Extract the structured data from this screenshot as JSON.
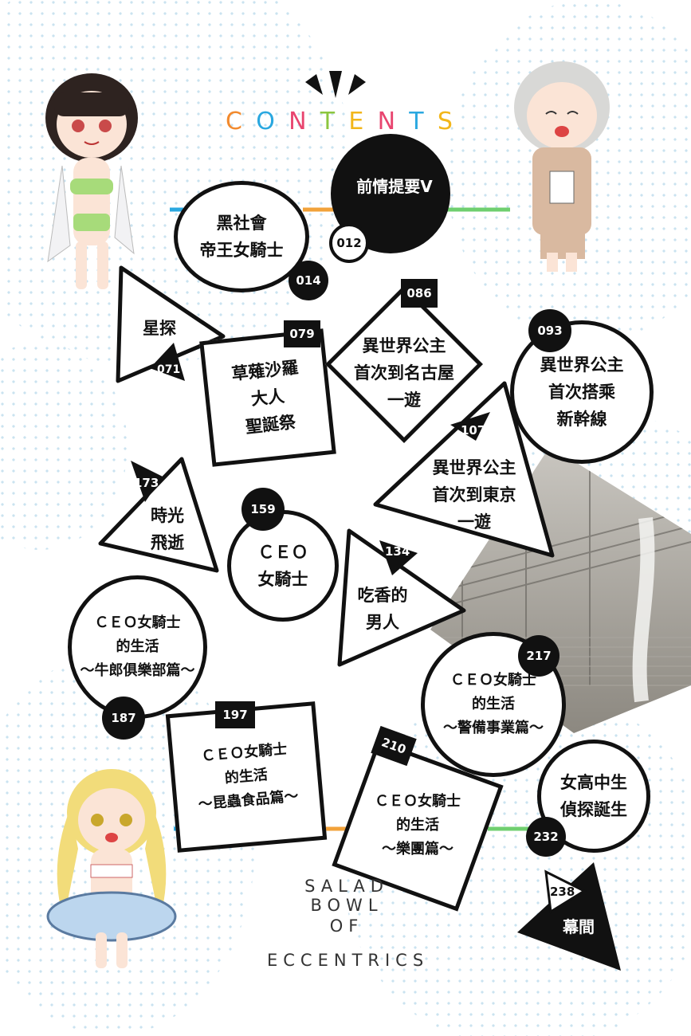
{
  "header": {
    "title_letters": [
      "C",
      "O",
      "N",
      "T",
      "E",
      "N",
      "T",
      "S"
    ],
    "title_colors": [
      "#f28a2e",
      "#2aa8e0",
      "#e8456f",
      "#8cc63f",
      "#f2b61a",
      "#e8456f",
      "#2aa8e0",
      "#f2b61a"
    ]
  },
  "contents": {
    "prologue": {
      "label": "前情提要Ⅴ",
      "page": "012"
    },
    "ch1": {
      "label": "黑社會\n帝王女騎士",
      "page": "014"
    },
    "ch2": {
      "label": "星探",
      "page": "071"
    },
    "ch3": {
      "label": "草薙沙羅\n大人\n聖誕祭",
      "page": "079"
    },
    "ch4": {
      "label": "異世界公主\n首次到名古屋\n一遊",
      "page": "086"
    },
    "ch5": {
      "label": "異世界公主\n首次搭乘\n新幹線",
      "page": "093"
    },
    "ch6": {
      "label": "異世界公主\n首次到東京\n一遊",
      "page": "107"
    },
    "ch7": {
      "label": "時光\n飛逝",
      "page": "173"
    },
    "ch8": {
      "label": "ＣＥＯ\n女騎士",
      "page": "159"
    },
    "ch9": {
      "label": "吃香的\n男人",
      "page": "134"
    },
    "ch10": {
      "label": "ＣＥＯ女騎士\n的生活\n～牛郎俱樂部篇～",
      "page": "187"
    },
    "ch11": {
      "label": "ＣＥＯ女騎士\n的生活\n～警備事業篇～",
      "page": "217"
    },
    "ch12": {
      "label": "ＣＥＯ女騎士\n的生活\n～昆蟲食品篇～",
      "page": "197"
    },
    "ch13": {
      "label": "ＣＥＯ女騎士\n的生活\n～樂團篇～",
      "page": "210"
    },
    "ch14": {
      "label": "女高中生\n偵探誕生",
      "page": "232"
    },
    "ch15": {
      "label": "幕間",
      "page": "238"
    }
  },
  "footer": {
    "line1": "SALAD BOWL",
    "line2": "OF",
    "line3": "ECCENTRICS"
  },
  "colors": {
    "ink": "#111111",
    "accent_blue": "#2aa8e0",
    "accent_orange": "#f2a23a",
    "accent_green": "#6fcf6f"
  }
}
